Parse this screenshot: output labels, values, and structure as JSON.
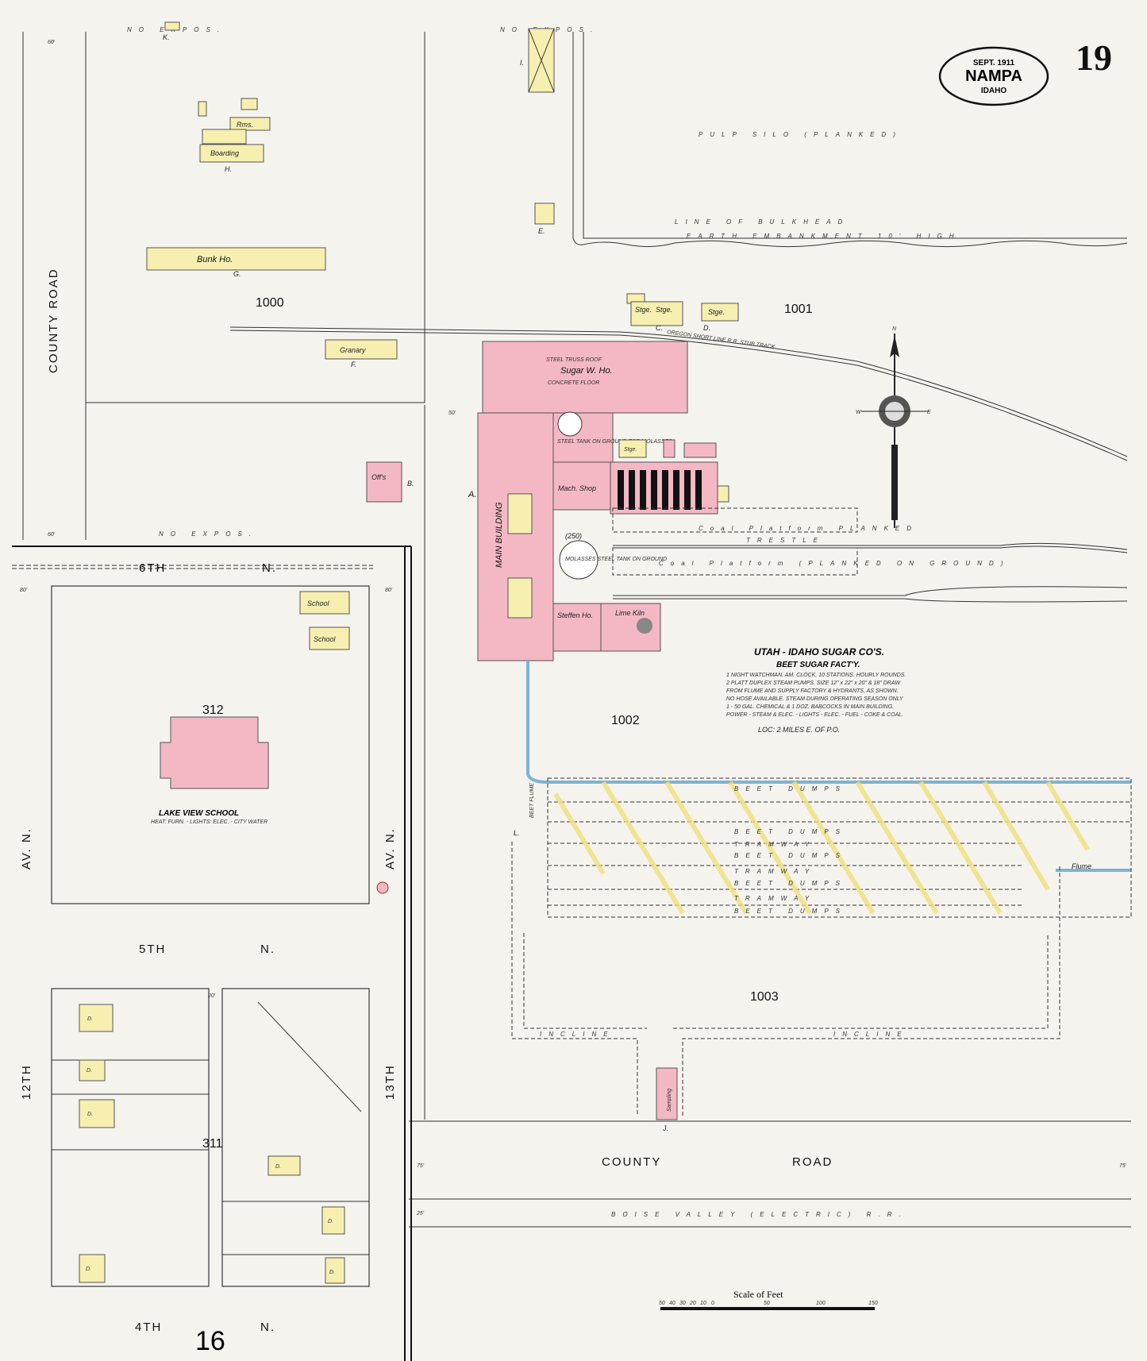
{
  "header": {
    "sheet_number": "19",
    "stamp_date": "SEPT. 1911",
    "stamp_city": "NAMPA",
    "stamp_state": "IDAHO"
  },
  "streets": {
    "sixth_n": "6TH",
    "fifth_n": "5TH",
    "fourth_n": "4TH",
    "n": "N.",
    "twelfth_av": "12TH",
    "thirteenth_av": "13TH",
    "av_n": "AV. N.",
    "county_road_left": "COUNTY ROAD",
    "county_road_bottom_1": "COUNTY",
    "county_road_bottom_2": "ROAD",
    "railroad": "BOISE VALLEY (ELECTRIC) R.R.",
    "stub_track": "OREGON SHORT LINE R.R. STUB TRACK",
    "no_expos": "NO EXPOS."
  },
  "blocks": [
    "1000",
    "1001",
    "1002",
    "1003",
    "312",
    "311",
    "16"
  ],
  "factory": {
    "title": "UTAH - IDAHO SUGAR CO'S.",
    "subtitle": "BEET SUGAR FACT'Y.",
    "notes": [
      "1 NIGHT WATCHMAN. AM. CLOCK. 10 STATIONS. HOURLY ROUNDS.",
      "2 PLATT DUPLEX STEAM PUMPS. SIZE 12\" x 22\" x 20\" & 18\" DRAW",
      "FROM FLUME AND SUPPLY FACTORY & HYDRANTS, AS SHOWN.",
      "NO HOSE AVAILABLE. STEAM DURING OPERATING SEASON ONLY",
      "1 - 50 GAL. CHEMICAL & 1 DOZ. BABCOCKS IN MAIN BUILDING.",
      "POWER - STEAM & ELEC. - LIGHTS - ELEC. - FUEL - COKE & COAL."
    ],
    "location": "LOC: 2 MILES E. OF P.O."
  },
  "buildings": {
    "sugar_wh": "Sugar W. Ho.",
    "steel_truss_roof": "STEEL TRUSS ROOF",
    "concrete_floor": "CONCRETE FLOOR",
    "main_building": "MAIN BUILDING",
    "mach_shop": "Mach. Shop",
    "steffen_ho": "Steffen Ho.",
    "lime_kiln": "Lime Kiln",
    "molasses_tank": "(250)",
    "molasses_tank_note": "MOLASSES STEEL TANK ON GROUND",
    "steel_tank": "STEEL TANK ON GROUND FOR MOLASSES",
    "granary": "Granary",
    "bunk_ho": "Bunk Ho.",
    "boarding": "Boarding",
    "rms": "Rms.",
    "offs": "Off's",
    "stge": "Stge.",
    "school": "School",
    "lake_view_school": "LAKE VIEW SCHOOL",
    "school_note": "HEAT: FURN. - LIGHTS: ELEC. - CITY WATER",
    "sampling": "Sampling",
    "pulp_silo": "PULP SILO (PLANKED)",
    "line_bulkhead": "LINE OF BULKHEAD",
    "earth_embankment": "EARTH EMBANKMENT 10' HIGH",
    "coal_platform_planked": "Coal Platform PLANKED",
    "trestle": "TRESTLE",
    "coal_platform_ground": "Coal Platform (PLANKED ON GROUND)",
    "beet_dumps": "BEET DUMPS",
    "tramway": "TRAMWAY",
    "beet_flume": "BEET FLUME",
    "flume": "Flume",
    "incline": "INCLINE",
    "dwelling": "D."
  },
  "letters": [
    "A.",
    "B.",
    "C.",
    "D.",
    "E.",
    "F.",
    "G.",
    "H.",
    "I.",
    "J.",
    "K.",
    "L."
  ],
  "scale": {
    "title": "Scale of Feet",
    "ticks": [
      "50",
      "40",
      "30",
      "20",
      "10",
      "0",
      "50",
      "100",
      "150"
    ]
  },
  "dimensions": [
    "60'",
    "80'",
    "75'",
    "25'",
    "50'",
    "20'"
  ]
}
